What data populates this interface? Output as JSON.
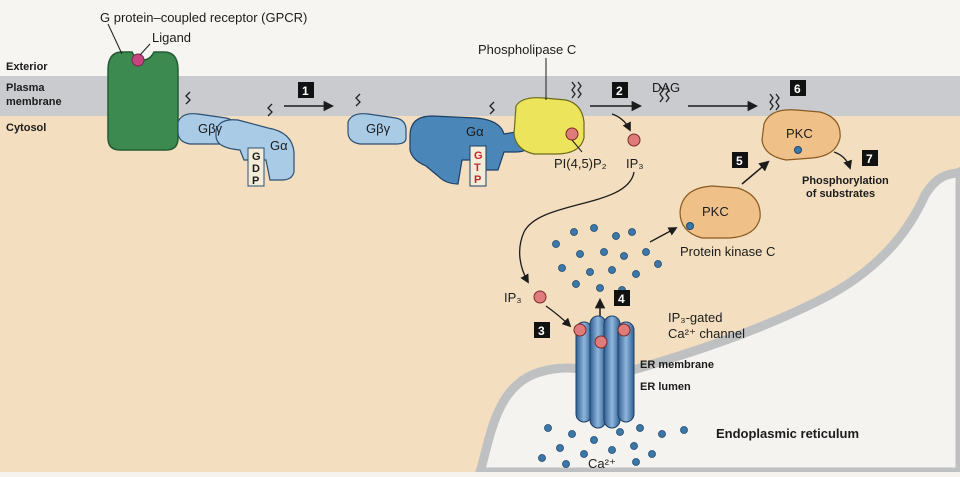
{
  "labels": {
    "gpcr": "G protein–coupled receptor (GPCR)",
    "ligand": "Ligand",
    "exterior": "Exterior",
    "plasma1": "Plasma",
    "plasma2": "membrane",
    "cytosol": "Cytosol",
    "phospholipase": "Phospholipase C",
    "dag": "DAG",
    "gbg": "Gβγ",
    "ga": "Gα",
    "pip2": "PI(4,5)P₂",
    "ip3": "IP₃",
    "ip3_channel": "IP₃",
    "pkc": "PKC",
    "protein_kinase_c": "Protein kinase C",
    "phos1": "Phosphorylation",
    "phos2": "of substrates",
    "ip3gated1": "IP₃-gated",
    "ip3gated2": "Ca²⁺ channel",
    "er_membrane": "ER membrane",
    "er_lumen": "ER lumen",
    "endo": "Endoplasmic reticulum",
    "ca": "Ca²⁺",
    "gdp": [
      "G",
      "D",
      "P"
    ],
    "gtp": [
      "G",
      "T",
      "P"
    ]
  },
  "steps": [
    "1",
    "2",
    "3",
    "4",
    "5",
    "6",
    "7"
  ],
  "colors": {
    "receptor": "#3c8a4f",
    "galpha_inactive": "#a9cbe6",
    "galpha_active": "#4a86b8",
    "plc": "#ece45a",
    "pkc": "#f0c089",
    "ligand": "#c6457f",
    "ip3": "#e07b7b",
    "calcium": "#3b78a8",
    "membrane": "#c9cbce",
    "cytosol": "#f3dfbf"
  }
}
